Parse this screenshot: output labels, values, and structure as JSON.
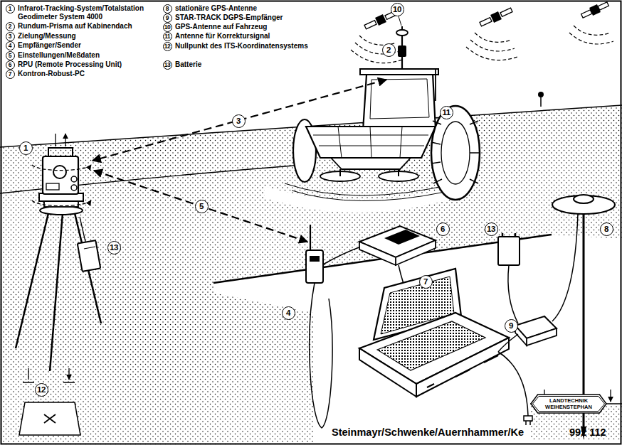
{
  "diagram": {
    "nodes": [
      {
        "text": [
          "LANDTECHNIK WEIHENSTEPHAN"
        ]
      }
    ],
    "labels": [
      "1",
      "Infrarot-Tracking-System/Totalstation Geodimeter System 4000",
      "2",
      "Rundum-Prisma auf Kabinendach",
      "3",
      "Zielung/Messung",
      "4",
      "Empfänger/Sender",
      "5",
      "Einstellungen/Meßdaten",
      "6",
      "RPU (Remote Processing Unit)",
      "7",
      "Kontron-Robust-PC",
      "8",
      "stationäre GPS-Antenne",
      "9",
      "STAR-TRACK DGPS-Empfänger",
      "10",
      "GPS-Antenne auf Fahrzeug",
      "11",
      "Antenne für Korrektursignal",
      "12",
      "Nullpunkt des ITS-Koordinatensystems",
      "13",
      "Batterie",
      "10",
      "2",
      "11",
      "1",
      "3",
      "5",
      "6",
      "13",
      "8",
      "13",
      "7",
      "4",
      "9",
      "12",
      "Steinmayr/Schwenke/Auernhammer/Ke",
      "992 112"
    ]
  }
}
